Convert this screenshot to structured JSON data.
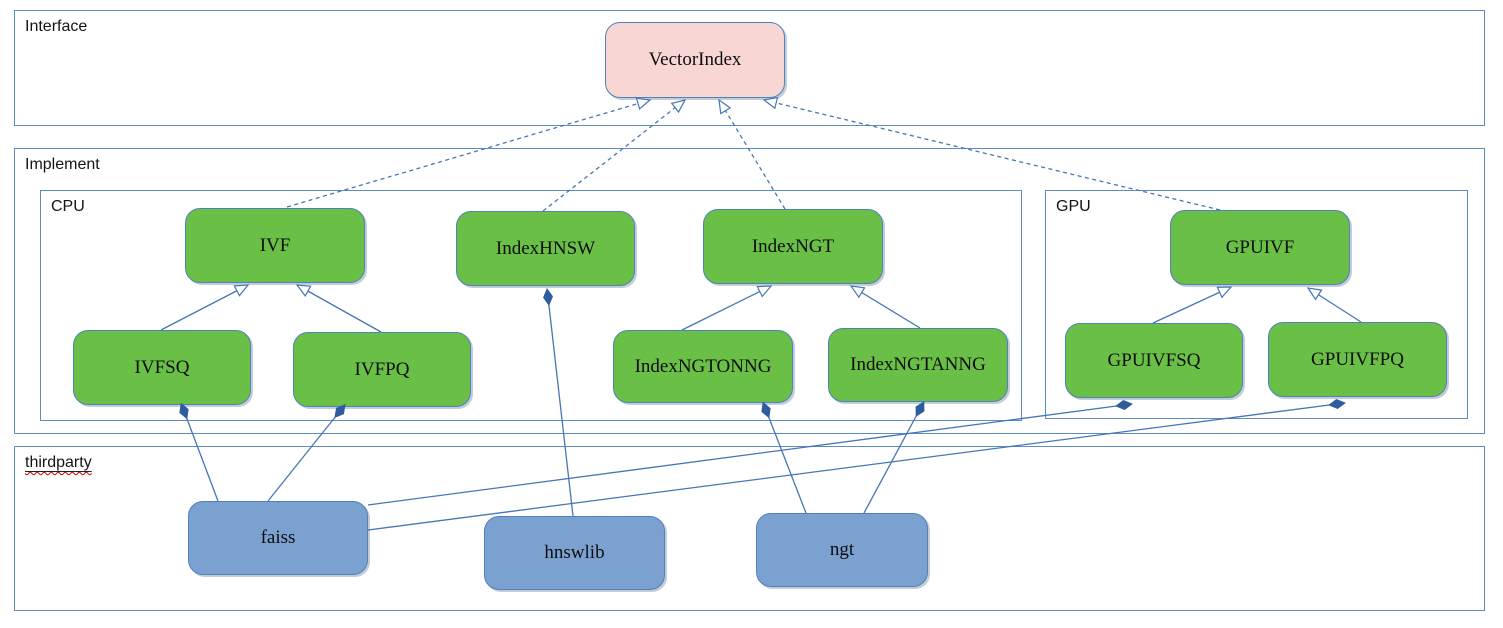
{
  "diagram": {
    "containers": {
      "interface": {
        "label": "Interface"
      },
      "implement": {
        "label": "Implement"
      },
      "cpu": {
        "label": "CPU"
      },
      "gpu": {
        "label": "GPU"
      },
      "thirdparty": {
        "label": "thirdparty",
        "spellcheck_marked": true
      }
    },
    "nodes": {
      "vectorindex": {
        "label": "VectorIndex",
        "container": "interface",
        "kind": "interface"
      },
      "ivf": {
        "label": "IVF",
        "container": "cpu",
        "kind": "implementation"
      },
      "indexhnsw": {
        "label": "IndexHNSW",
        "container": "cpu",
        "kind": "implementation"
      },
      "indexngt": {
        "label": "IndexNGT",
        "container": "cpu",
        "kind": "implementation"
      },
      "ivfsq": {
        "label": "IVFSQ",
        "container": "cpu",
        "kind": "implementation"
      },
      "ivfpq": {
        "label": "IVFPQ",
        "container": "cpu",
        "kind": "implementation"
      },
      "indexngtonng": {
        "label": "IndexNGTONNG",
        "container": "cpu",
        "kind": "implementation"
      },
      "indexngtanng": {
        "label": "IndexNGTANNG",
        "container": "cpu",
        "kind": "implementation"
      },
      "gpuivf": {
        "label": "GPUIVF",
        "container": "gpu",
        "kind": "implementation"
      },
      "gpuivfsq": {
        "label": "GPUIVFSQ",
        "container": "gpu",
        "kind": "implementation"
      },
      "gpuivfpq": {
        "label": "GPUIVFPQ",
        "container": "gpu",
        "kind": "implementation"
      },
      "faiss": {
        "label": "faiss",
        "container": "thirdparty",
        "kind": "library"
      },
      "hnswlib": {
        "label": "hnswlib",
        "container": "thirdparty",
        "kind": "library"
      },
      "ngt": {
        "label": "ngt",
        "container": "thirdparty",
        "kind": "library"
      }
    },
    "edges": [
      {
        "from": "IVF",
        "to": "VectorIndex",
        "type": "realization",
        "style": "dashed, hollow arrowhead"
      },
      {
        "from": "IndexHNSW",
        "to": "VectorIndex",
        "type": "realization",
        "style": "dashed, hollow arrowhead"
      },
      {
        "from": "IndexNGT",
        "to": "VectorIndex",
        "type": "realization",
        "style": "dashed, hollow arrowhead"
      },
      {
        "from": "GPUIVF",
        "to": "VectorIndex",
        "type": "realization",
        "style": "dashed, hollow arrowhead"
      },
      {
        "from": "IVFSQ",
        "to": "IVF",
        "type": "generalization",
        "style": "solid, hollow arrowhead"
      },
      {
        "from": "IVFPQ",
        "to": "IVF",
        "type": "generalization",
        "style": "solid, hollow arrowhead"
      },
      {
        "from": "IndexNGTONNG",
        "to": "IndexNGT",
        "type": "generalization",
        "style": "solid, hollow arrowhead"
      },
      {
        "from": "IndexNGTANNG",
        "to": "IndexNGT",
        "type": "generalization",
        "style": "solid, hollow arrowhead"
      },
      {
        "from": "GPUIVFSQ",
        "to": "GPUIVF",
        "type": "generalization",
        "style": "solid, hollow arrowhead"
      },
      {
        "from": "GPUIVFPQ",
        "to": "GPUIVF",
        "type": "generalization",
        "style": "solid, hollow arrowhead"
      },
      {
        "from": "faiss",
        "to": "IVFSQ",
        "type": "composition",
        "style": "solid, filled diamond"
      },
      {
        "from": "faiss",
        "to": "IVFPQ",
        "type": "composition",
        "style": "solid, filled diamond"
      },
      {
        "from": "faiss",
        "to": "GPUIVFSQ",
        "type": "composition",
        "style": "solid, filled diamond"
      },
      {
        "from": "faiss",
        "to": "GPUIVFPQ",
        "type": "composition",
        "style": "solid, filled diamond"
      },
      {
        "from": "hnswlib",
        "to": "IndexHNSW",
        "type": "composition",
        "style": "solid, filled diamond"
      },
      {
        "from": "ngt",
        "to": "IndexNGTONNG",
        "type": "composition",
        "style": "solid, filled diamond"
      },
      {
        "from": "ngt",
        "to": "IndexNGTANNG",
        "type": "composition",
        "style": "solid, filled diamond"
      }
    ]
  },
  "colors": {
    "background": "#ffffff",
    "interface_node_fill": "#f8d6d3",
    "implement_node_fill": "#6abf47",
    "thirdparty_node_fill": "#7ba1d1",
    "node_border": "#4f81bd",
    "container_border": "#5e8cc4",
    "edge_line": "#4676b4",
    "diamond_fill": "#2d5d9f",
    "label_text": "#0d0d0d",
    "spellcheck_underline": "#cc0000"
  }
}
